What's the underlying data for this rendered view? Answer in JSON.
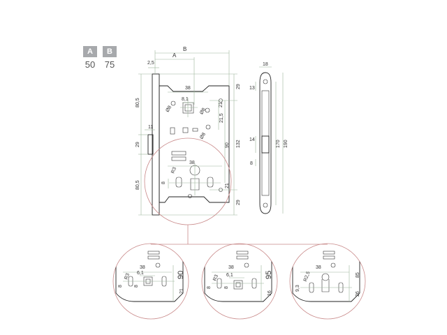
{
  "legend": {
    "a": {
      "label": "A",
      "value": "50"
    },
    "b": {
      "label": "B",
      "value": "75"
    }
  },
  "main_view": {
    "top": {
      "B": "B",
      "A": "A",
      "offset": "2,5"
    },
    "inner": {
      "w38": "38",
      "w81": "8,1",
      "d8a": "Ø8",
      "d8b": "Ø8",
      "v21": "21",
      "v215": "21,5",
      "v90": "90",
      "r3": "R3",
      "h8": "8",
      "w38b": "38",
      "v21b": "21"
    },
    "left": {
      "h805a": "80,5",
      "w11": "11",
      "h29": "29",
      "h805b": "80,5"
    },
    "right": {
      "r29a": "29",
      "r132": "132",
      "r29b": "29"
    }
  },
  "side_view": {
    "w18": "18",
    "h13": "13",
    "h14": "14",
    "h8": "8",
    "h170": "170",
    "h190": "190"
  },
  "detail_1": {
    "w38": "38",
    "w61": "6,1",
    "r3": "R3",
    "h8": "8",
    "h8b": "8",
    "h21": "21",
    "h90": "90"
  },
  "detail_2": {
    "w38": "38",
    "w61": "6,1",
    "r3": "R3",
    "h8": "8",
    "h8b": "8",
    "h16": "16",
    "h95": "95"
  },
  "detail_3": {
    "w38": "38",
    "r25": "R2,5",
    "h93": "9,3",
    "h85": "85",
    "h26": "26"
  }
}
